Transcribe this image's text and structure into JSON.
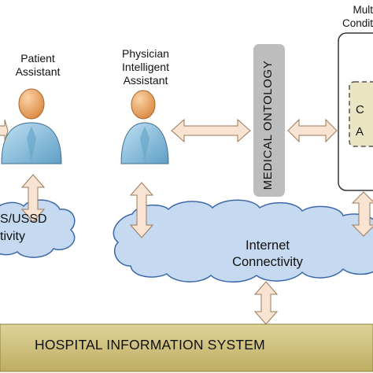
{
  "nodes": {
    "patient": {
      "label_line1": "Patient",
      "label_line2": "Assistant"
    },
    "physician": {
      "label_line1": "Physician",
      "label_line2": "Intelligent",
      "label_line3": "Assistant"
    },
    "ontology": {
      "label": "MEDICAL ONTOLOGY"
    },
    "multi_condition": {
      "label_line1": "Mult",
      "label_line2": "Condit"
    },
    "inner_box": {
      "label_line1": "C",
      "label_line2": "A"
    },
    "sms_cloud": {
      "label_line1": "S/USSD",
      "label_line2": "tivity"
    },
    "internet_cloud": {
      "label_line1": "Internet",
      "label_line2": "Connectivity"
    },
    "his": {
      "label": "HOSPITAL INFORMATION SYSTEM"
    }
  },
  "colors": {
    "person_head": "#f0a45a",
    "person_body": "#8fc4e0",
    "cloud_fill": "#c5daf0",
    "cloud_stroke": "#3d68a8",
    "arrow_fill": "#f9e3d2",
    "arrow_stroke": "#9a7a5a",
    "ontology_fill": "#bdbdbd",
    "his_fill": "#cfc283",
    "inner_fill": "#e9e4c2"
  }
}
